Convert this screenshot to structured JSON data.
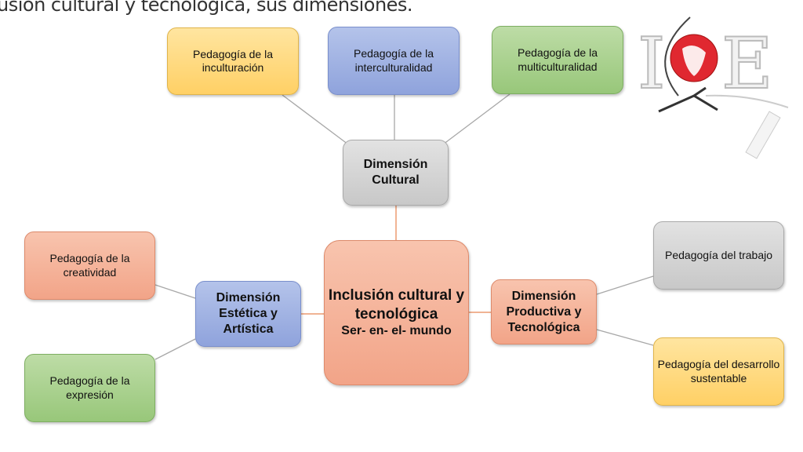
{
  "title": "usión cultural y tecnológica, sus dimensiones.",
  "logo": {
    "letters": "ICE"
  },
  "center": {
    "line1": "Inclusión cultural y tecnológica",
    "line2": "Ser- en- el- mundo"
  },
  "dimensions": {
    "cultural": "Dimensión Cultural",
    "estetica": "Dimensión Estética y Artística",
    "productiva": "Dimensión Productiva y Tecnológica"
  },
  "pedagogies": {
    "inculturacion": "Pedagogía de la inculturación",
    "interculturalidad": "Pedagogía de la interculturalidad",
    "multiculturalidad": "Pedagogía de la multiculturalidad",
    "creatividad": "Pedagogía de la creatividad",
    "expresion": "Pedagogía de la expresión",
    "trabajo": "Pedagogía del trabajo",
    "sustentable": "Pedagogía del desarrollo sustentable"
  }
}
